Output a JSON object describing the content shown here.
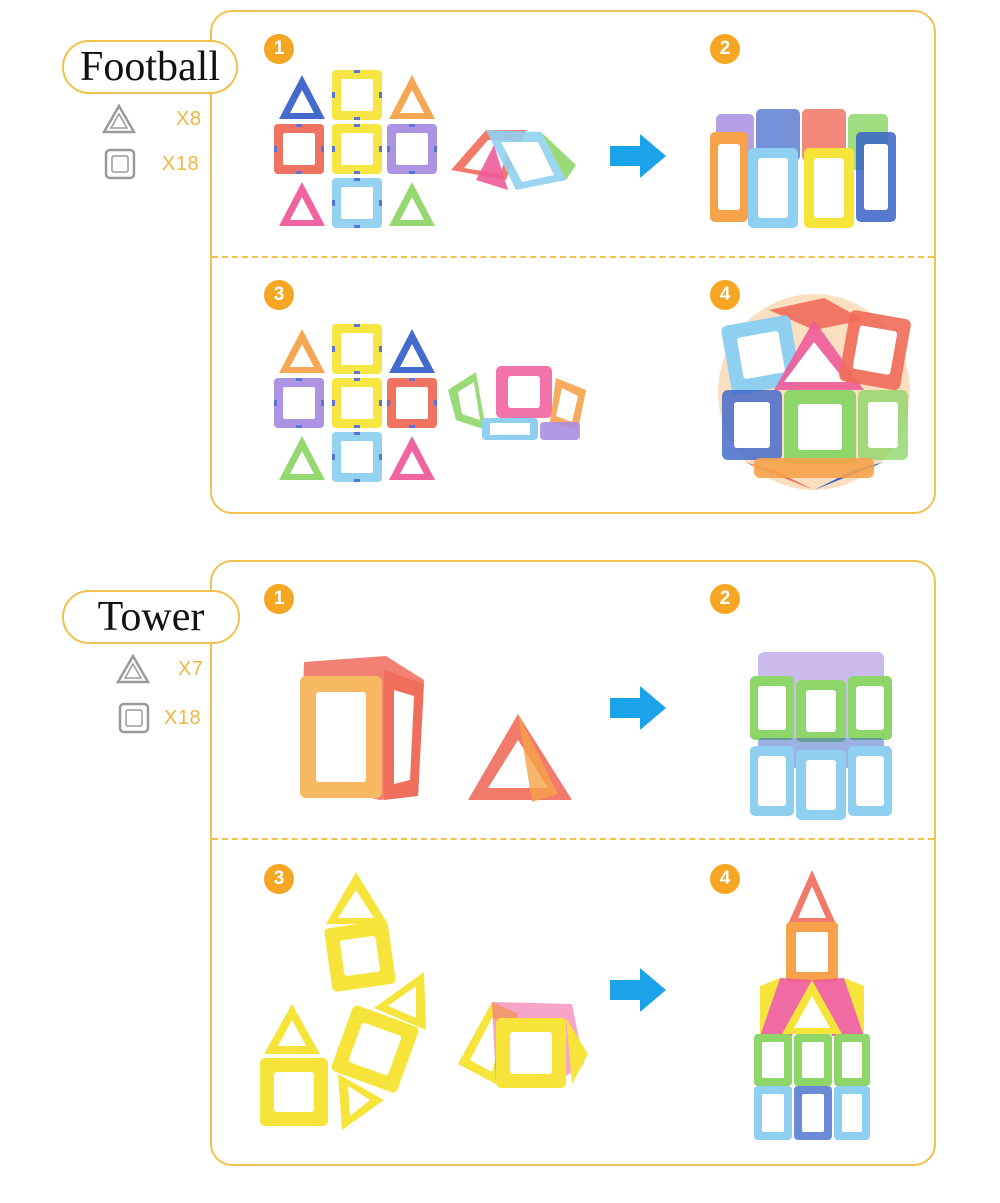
{
  "sections": [
    {
      "title": "Football",
      "legend": [
        {
          "shape": "triangle-icon",
          "count": "X8"
        },
        {
          "shape": "square-icon",
          "count": "X18"
        }
      ],
      "steps": [
        "1",
        "2",
        "3",
        "4"
      ]
    },
    {
      "title": "Tower",
      "legend": [
        {
          "shape": "triangle-icon",
          "count": "X7"
        },
        {
          "shape": "square-icon",
          "count": "X18"
        }
      ],
      "steps": [
        "1",
        "2",
        "3",
        "4"
      ]
    }
  ],
  "colors": {
    "border": "#f2c14e",
    "badge": "#f5a623",
    "arrow": "#1aa3e8",
    "legend_text": "#f0b640",
    "tile_yellow": "#f7e43a",
    "tile_blue": "#8fd0f0",
    "tile_red": "#ef6b5a",
    "tile_orange": "#f6a24a",
    "tile_green": "#8fd66a",
    "tile_purple": "#a88ee0",
    "tile_pink": "#ee5b9a",
    "tile_navy": "#3a63c9"
  }
}
